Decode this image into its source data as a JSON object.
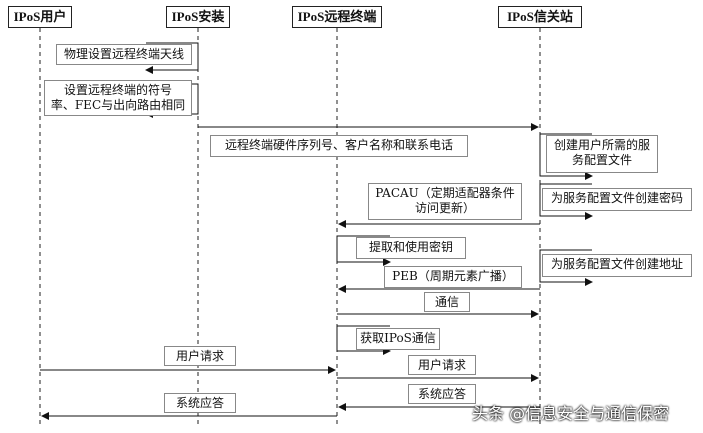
{
  "participants": [
    {
      "id": "user",
      "label": "IPoS用户"
    },
    {
      "id": "install",
      "label": "IPoS安装"
    },
    {
      "id": "remote",
      "label": "IPoS远程终端"
    },
    {
      "id": "gateway",
      "label": "IPoS信关站"
    }
  ],
  "steps": {
    "s1": "物理设置远程终端天线",
    "s2": "设置远程终端的符号\n率、FEC与出向路由相同",
    "s3": "远程终端硬件序列号、客户名称和联系电话",
    "s4": "创建用户所需的服\n务配置文件",
    "s5": "PACAU（定期适配器条件\n访问更新）",
    "s6": "为服务配置文件创建密码",
    "s7": "提取和使用密钥",
    "s8": "为服务配置文件创建地址",
    "s9": "PEB（周期元素广播）",
    "s10": "通信",
    "s11": "获取IPoS通信",
    "s12": "用户请求",
    "s13": "用户请求",
    "s14": "系统应答",
    "s15": "系统应答"
  },
  "watermark": "头条 @信息安全与通信保密"
}
